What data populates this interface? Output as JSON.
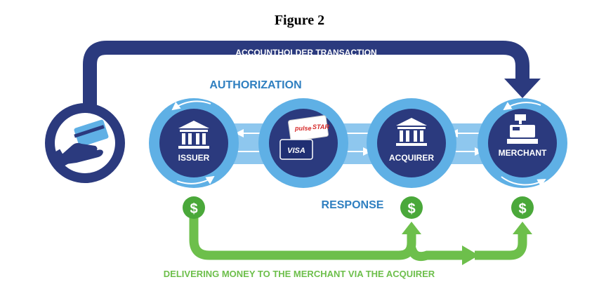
{
  "figure_title": "Figure 2",
  "labels": {
    "accountholder_transaction": "ACCOUNTHOLDER TRANSACTION",
    "authorization": "AUTHORIZATION",
    "response": "RESPONSE",
    "delivering_money": "DELIVERING MONEY TO THE MERCHANT VIA THE ACQUIRER"
  },
  "nodes": [
    {
      "id": "issuer",
      "label": "ISSUER",
      "icon": "bank-icon"
    },
    {
      "id": "network",
      "label": "",
      "icon": "card-networks-icon"
    },
    {
      "id": "acquirer",
      "label": "ACQUIRER",
      "icon": "bank-icon"
    },
    {
      "id": "merchant",
      "label": "MERCHANT",
      "icon": "cash-register-icon"
    }
  ],
  "networks": {
    "visa": "VISA",
    "pulse": "pulse",
    "star": "STAR"
  },
  "money_symbol": "$",
  "colors": {
    "navy": "#2b3a7e",
    "light_blue": "#5fb0e5",
    "mid_blue": "#3f96d6",
    "green": "#6dbf4b",
    "dark_green": "#4aa83a",
    "teal_text": "#2f7fc0"
  }
}
